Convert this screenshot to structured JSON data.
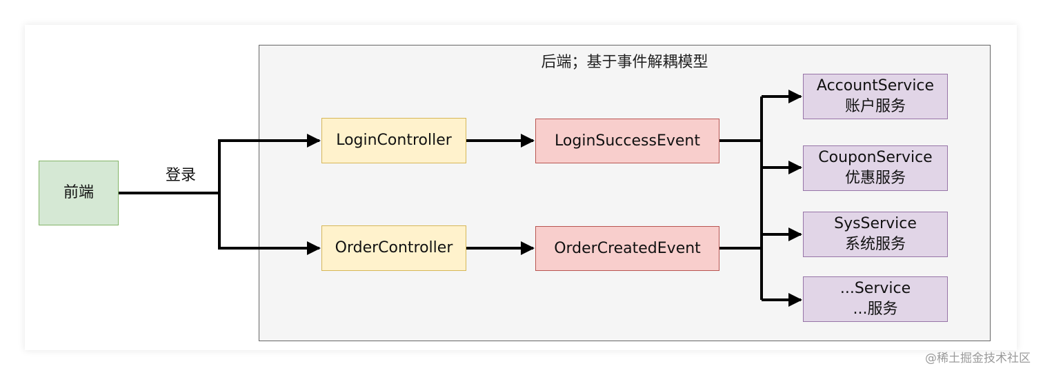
{
  "group": {
    "title": "后端；基于事件解耦模型"
  },
  "frontend": {
    "label": "前端"
  },
  "edge_login": {
    "label": "登录"
  },
  "controllers": {
    "login": "LoginController",
    "order": "OrderController"
  },
  "events": {
    "login_success": "LoginSuccessEvent",
    "order_created": "OrderCreatedEvent"
  },
  "services": [
    {
      "name": "AccountService",
      "desc": "账户服务"
    },
    {
      "name": "CouponService",
      "desc": "优惠服务"
    },
    {
      "name": "SysService",
      "desc": "系统服务"
    },
    {
      "name": "...Service",
      "desc": "...服务"
    }
  ],
  "watermark": "@稀土掘金技术社区",
  "colors": {
    "frontend_fill": "#d5e8d4",
    "controller_fill": "#fff2cc",
    "event_fill": "#f8cecc",
    "service_fill": "#e1d5e7",
    "group_fill": "#f5f5f5"
  }
}
